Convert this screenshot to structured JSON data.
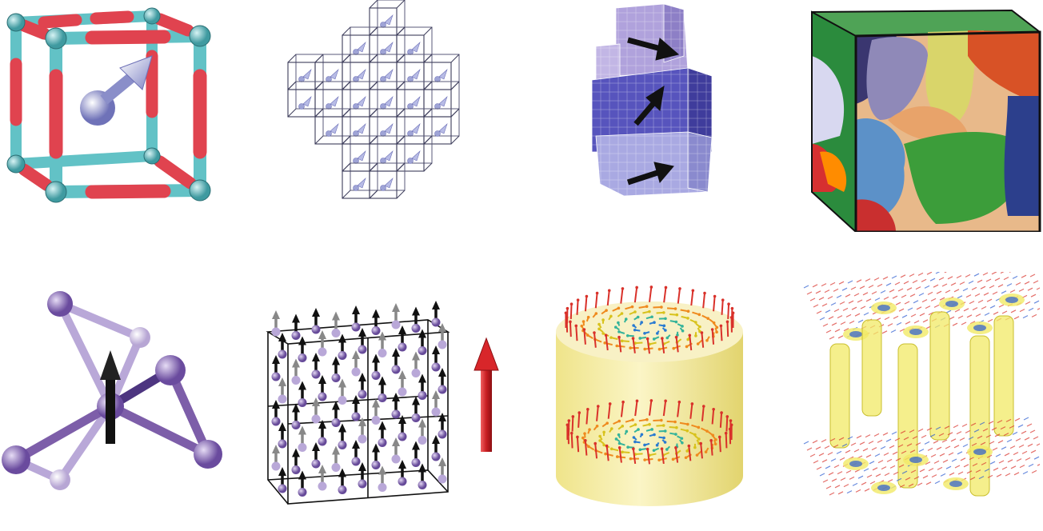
{
  "figure": {
    "panels": [
      {
        "id": "unit-cell",
        "icon": "unit-cell-with-spin-arrow-icon"
      },
      {
        "id": "cluster-grid",
        "icon": "cubic-cluster-with-spins-icon"
      },
      {
        "id": "domain-stack",
        "icon": "stacked-magnetic-domains-icon"
      },
      {
        "id": "multi-domain-cube",
        "icon": "multidomain-cube-icon"
      },
      {
        "id": "atom-neighbors",
        "icon": "atom-with-neighbors-and-spin-icon"
      },
      {
        "id": "ferromagnet-lattice",
        "icon": "ferromagnetic-lattice-icon"
      },
      {
        "id": "skyrmion-cylinder",
        "icon": "skyrmion-tube-cylinder-icon"
      },
      {
        "id": "skyrmion-lattice",
        "icon": "skyrmion-tube-lattice-icon"
      }
    ]
  },
  "colors": {
    "bond_red": "#e0434f",
    "bond_cyan": "#62c2c6",
    "spin_arrow": "#9fa4d6",
    "domain_light": "#a99bd8",
    "domain_dark": "#4e4bb3",
    "atom_purple": "#7d5ea9",
    "tube_yellow": "#f4ec9b",
    "arrow_red": "#d8262a"
  }
}
